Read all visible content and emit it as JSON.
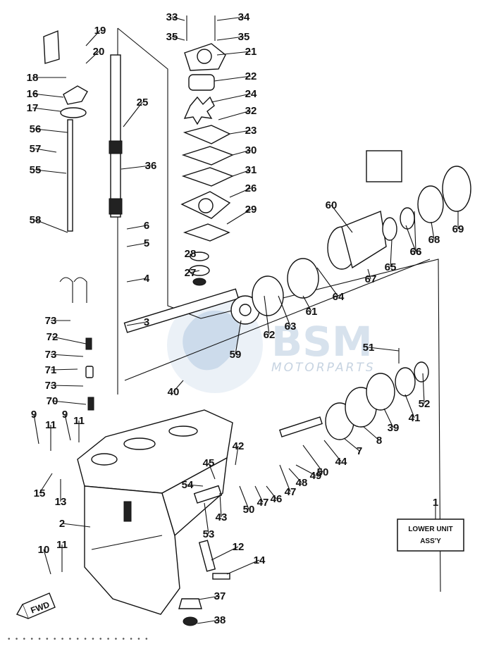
{
  "title_box": {
    "line1": "LOWER UNIT",
    "line2": "ASS'Y"
  },
  "fwd_label": "FWD",
  "watermark": {
    "brand": "BSM",
    "sub": "MOTORPARTS"
  },
  "footer_text": "• • • • •   •   • • • • • •   • • • • • • •",
  "callouts": [
    "1",
    "2",
    "3",
    "4",
    "5",
    "6",
    "7",
    "8",
    "9",
    "9",
    "10",
    "11",
    "11",
    "11",
    "12",
    "13",
    "14",
    "15",
    "16",
    "17",
    "18",
    "19",
    "20",
    "21",
    "22",
    "23",
    "24",
    "25",
    "26",
    "27",
    "28",
    "29",
    "30",
    "31",
    "32",
    "33",
    "34",
    "35",
    "35",
    "36",
    "37",
    "38",
    "39",
    "40",
    "41",
    "42",
    "43",
    "44",
    "45",
    "46",
    "47",
    "47",
    "48",
    "49",
    "50",
    "50",
    "51",
    "52",
    "53",
    "54",
    "55",
    "56",
    "57",
    "58",
    "59",
    "60",
    "61",
    "62",
    "63",
    "64",
    "65",
    "66",
    "66",
    "67",
    "68",
    "69",
    "70",
    "71",
    "72",
    "73",
    "73",
    "73"
  ],
  "colors": {
    "ink": "#111111",
    "watermark": "#c7d6e6"
  }
}
